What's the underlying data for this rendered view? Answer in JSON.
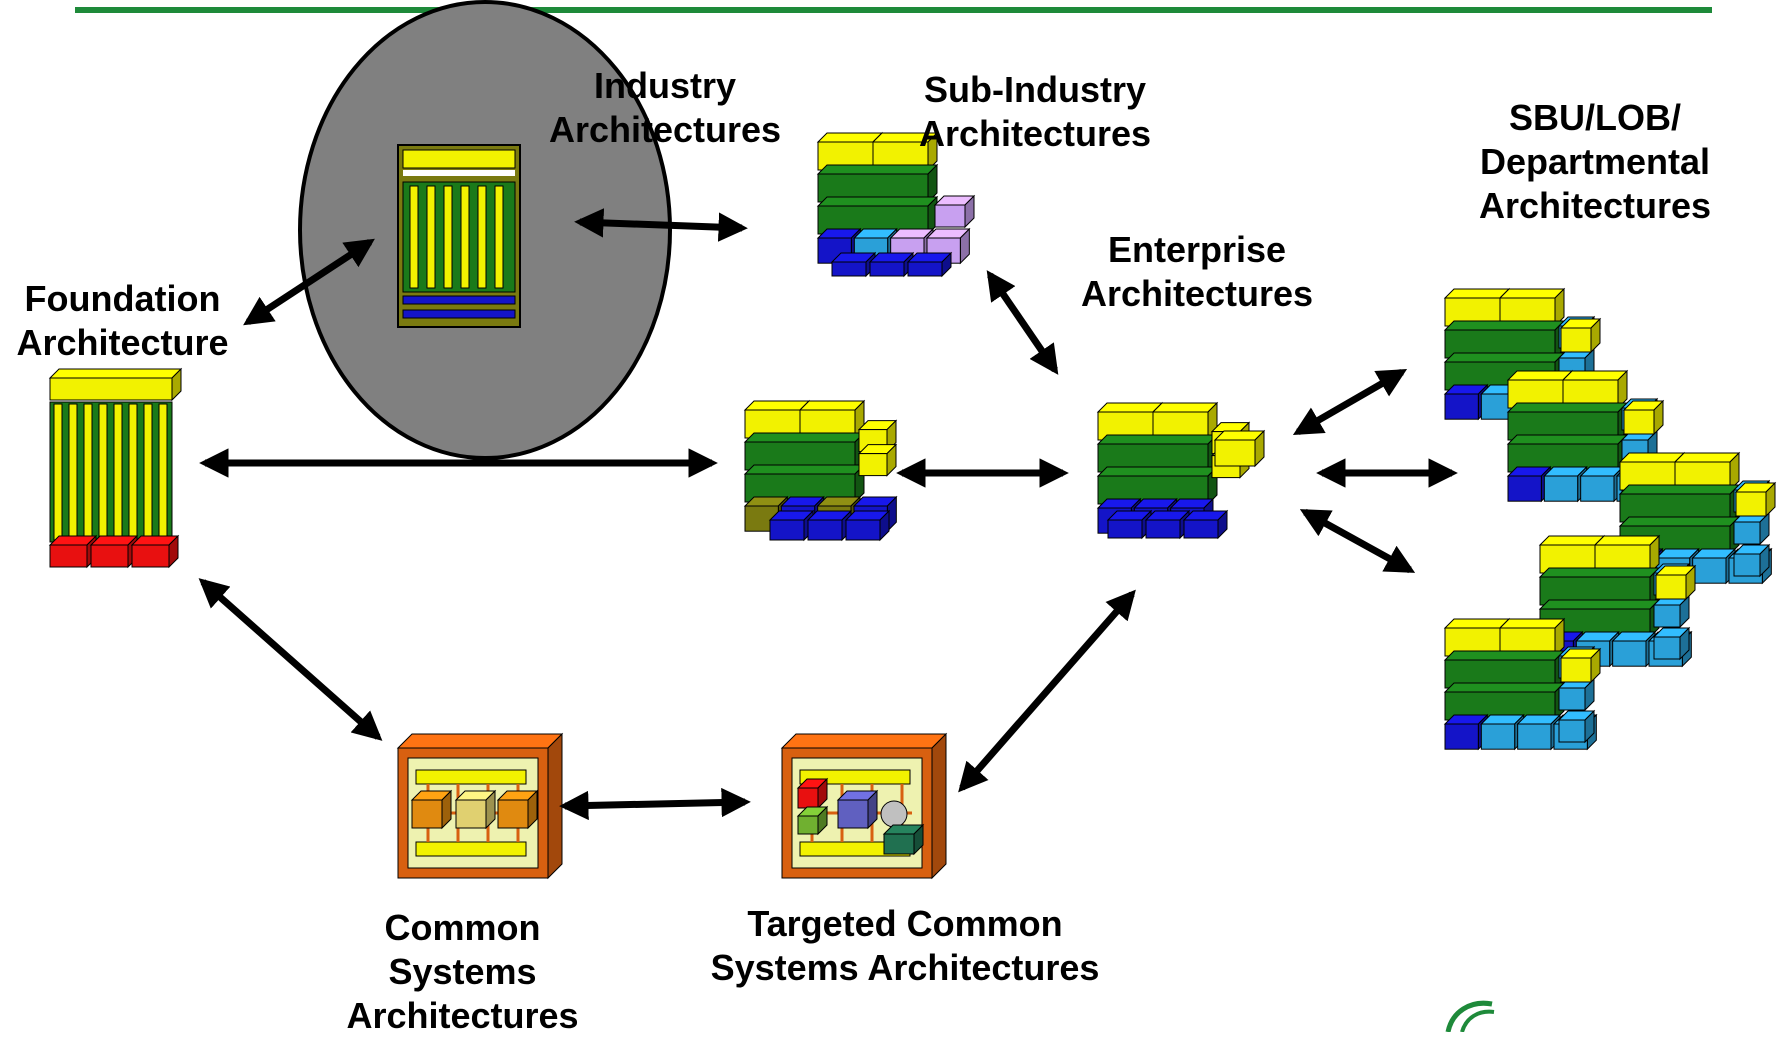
{
  "colors": {
    "rule": "#1e8a3a",
    "yellow": "#f2f200",
    "green": "#1a7a1a",
    "blue": "#1414c8",
    "cyan": "#2aa0d8",
    "lilac": "#c8a0f0",
    "red": "#e81010",
    "olive": "#7a7a10",
    "orange_frame": "#d86010",
    "circle_fill": "#808080"
  },
  "labels": {
    "industry": [
      "Industry",
      "Architectures"
    ],
    "sub_industry": [
      "Sub-Industry",
      "Architectures"
    ],
    "sbu": [
      "SBU/LOB/",
      "Departmental",
      "Architectures"
    ],
    "enterprise": [
      "Enterprise",
      "Architectures"
    ],
    "foundation": [
      "Foundation",
      "Architecture"
    ],
    "common": [
      "Common",
      "Systems",
      "Architectures"
    ],
    "targeted": [
      "Targeted Common",
      "Systems Architectures"
    ]
  }
}
